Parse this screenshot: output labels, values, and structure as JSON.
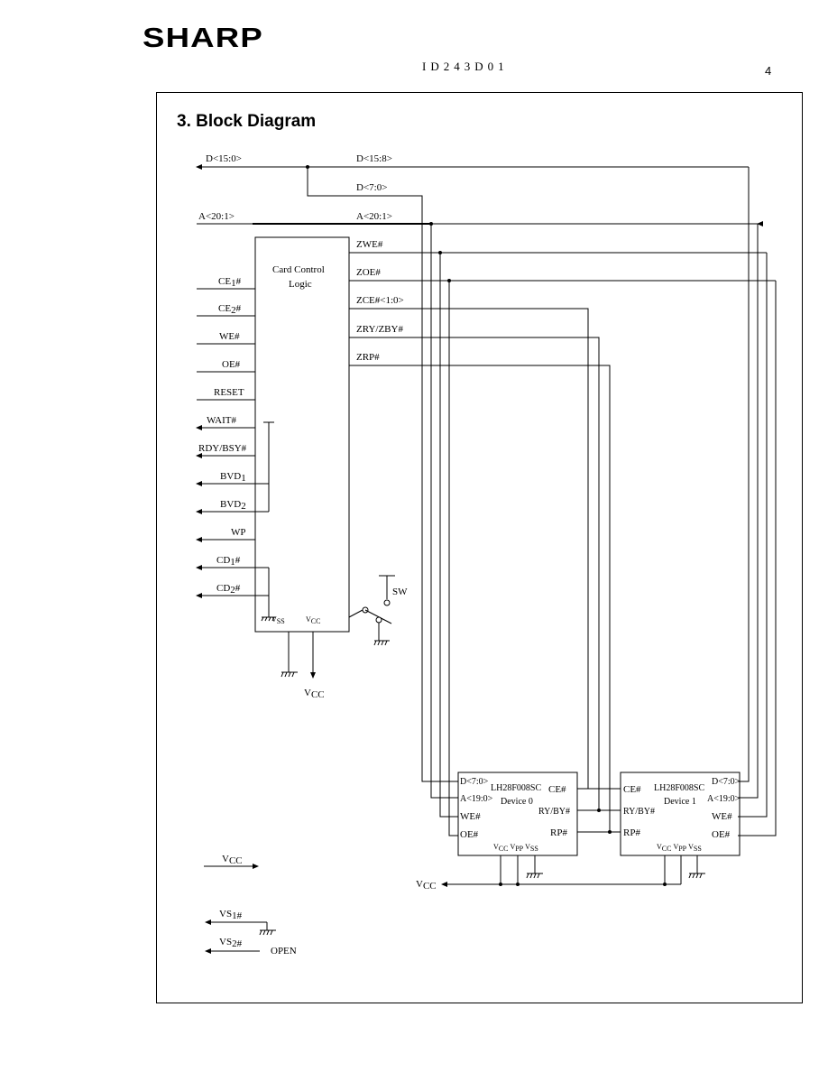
{
  "header": {
    "logo": "SHARP",
    "doc_id": "ID243D01",
    "page_number": "4"
  },
  "section": {
    "title": "3. Block Diagram"
  },
  "diagram": {
    "buses": {
      "d_main": "D<15:0>",
      "d_high": "D<15:8>",
      "d_low": "D<7:0>",
      "a_main": "A<20:1>",
      "a_out": "A<20:1>"
    },
    "logic_block": {
      "title_line1": "Card Control",
      "title_line2": "Logic"
    },
    "inputs": {
      "ce1": "CE",
      "ce1_sub": "1",
      "ce2": "CE",
      "ce2_sub": "2",
      "we": "WE#",
      "oe": "OE#",
      "reset": "RESET",
      "wait": "WAIT#",
      "rdy": "RDY/BSY#",
      "bvd1": "BVD",
      "bvd1_sub": "1",
      "bvd2": "BVD",
      "bvd2_sub": "2",
      "wp": "WP",
      "cd1": "CD",
      "cd1_sub": "1",
      "cd2": "CD",
      "cd2_sub": "2",
      "hash": "#"
    },
    "outputs": {
      "zwe": "ZWE#",
      "zoe": "ZOE#",
      "zce": "ZCE#<1:0>",
      "zry": "ZRY/ZBY#",
      "zrp": "ZRP#"
    },
    "power": {
      "v": "V",
      "ss": "SS",
      "cc": "CC",
      "pp": "PP",
      "sw": "SW",
      "vs1_sub": "1#",
      "vs2_sub": "2#",
      "vs": "VS",
      "open": "OPEN"
    },
    "device0": {
      "part": "LH28F008SC",
      "name": "Device 0",
      "d": "D<7:0>",
      "a": "A<19:0>",
      "we": "WE#",
      "oe": "OE#",
      "ce": "CE#",
      "ry": "RY/BY#",
      "rp": "RP#"
    },
    "device1": {
      "part": "LH28F008SC",
      "name": "Device 1",
      "d": "D<7:0>",
      "a": "A<19:0>",
      "we": "WE#",
      "oe": "OE#",
      "ce": "CE#",
      "ry": "RY/BY#",
      "rp": "RP#"
    }
  }
}
